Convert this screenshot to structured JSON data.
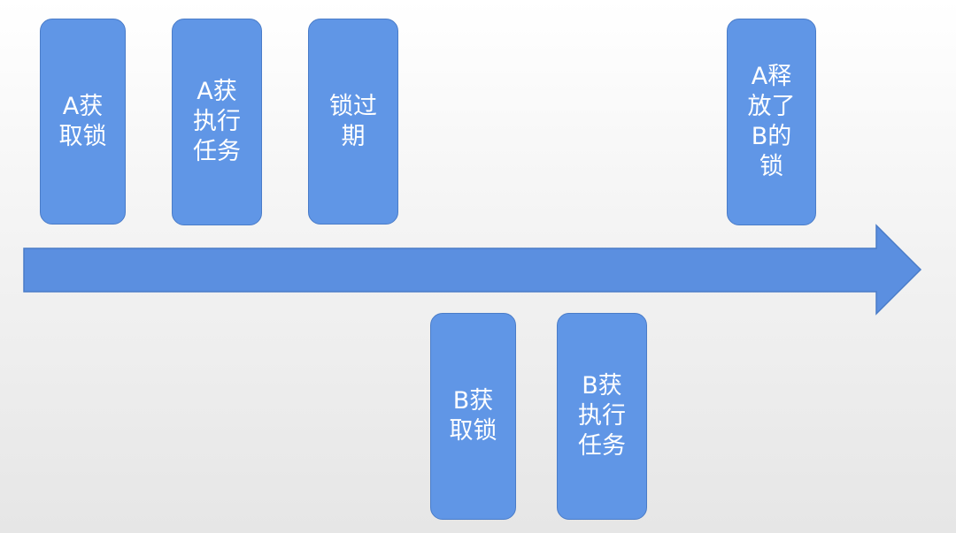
{
  "colors": {
    "box_fill": "#6096e6",
    "box_border": "#4a7cc8",
    "arrow_fill": "#5b8fe0"
  },
  "top_events": [
    {
      "lines": [
        "A获",
        "取锁"
      ]
    },
    {
      "lines": [
        "A获",
        "执行",
        "任务"
      ]
    },
    {
      "lines": [
        "锁过",
        "期"
      ]
    },
    {
      "lines": [
        "A释",
        "放了",
        "B的",
        "锁"
      ]
    }
  ],
  "bottom_events": [
    {
      "lines": [
        "B获",
        "取锁"
      ]
    },
    {
      "lines": [
        "B获",
        "执行",
        "任务"
      ]
    }
  ]
}
